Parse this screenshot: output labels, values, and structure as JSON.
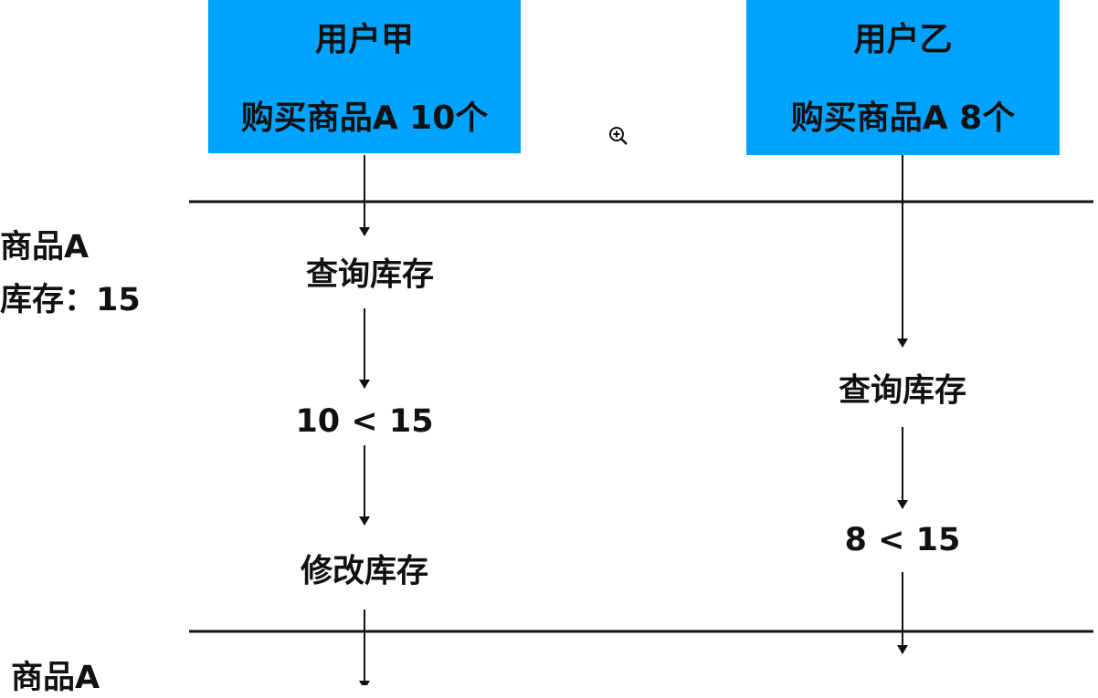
{
  "user_a": {
    "name": "用户甲",
    "action": "购买商品A  10个"
  },
  "user_b": {
    "name": "用户乙",
    "action": "购买商品A  8个"
  },
  "left_labels": {
    "product": "商品A",
    "stock": "库存：15",
    "product_bottom": "商品A"
  },
  "flow_a": [
    "查询库存",
    "10 < 15",
    "修改库存"
  ],
  "flow_b": [
    "查询库存",
    "8 < 15"
  ],
  "colors": {
    "box": "#00a3ff"
  },
  "cursor": "zoom-in-icon"
}
